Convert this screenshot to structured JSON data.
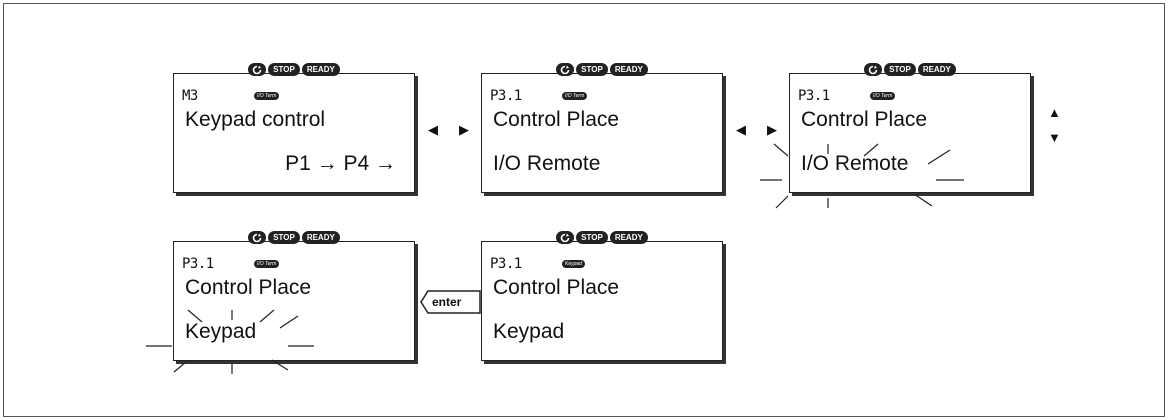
{
  "status_bar": {
    "rotation_icon": "rotation-icon",
    "stop_label": "STOP",
    "ready_label": "READY"
  },
  "panels": [
    {
      "code": "M3",
      "mode_tag": "I/O Term",
      "line1": "Keypad control",
      "line2": "P1 → P4 →"
    },
    {
      "code": "P3.1",
      "mode_tag": "I/O Term",
      "line1": "Control Place",
      "line2": "I/O Remote"
    },
    {
      "code": "P3.1",
      "mode_tag": "I/O Term",
      "line1": "Control Place",
      "line2": "I/O Remote",
      "blinking": true
    },
    {
      "code": "P3.1",
      "mode_tag": "I/O Term",
      "line1": "Control Place",
      "line2": "Keypad",
      "blinking": true
    },
    {
      "code": "P3.1",
      "mode_tag": "Keypad",
      "line1": "Control Place",
      "line2": "Keypad"
    }
  ],
  "buttons": {
    "enter_label": "enter"
  },
  "arrows": {
    "left": "◀",
    "right": "▶",
    "up": "▲",
    "down": "▼"
  }
}
